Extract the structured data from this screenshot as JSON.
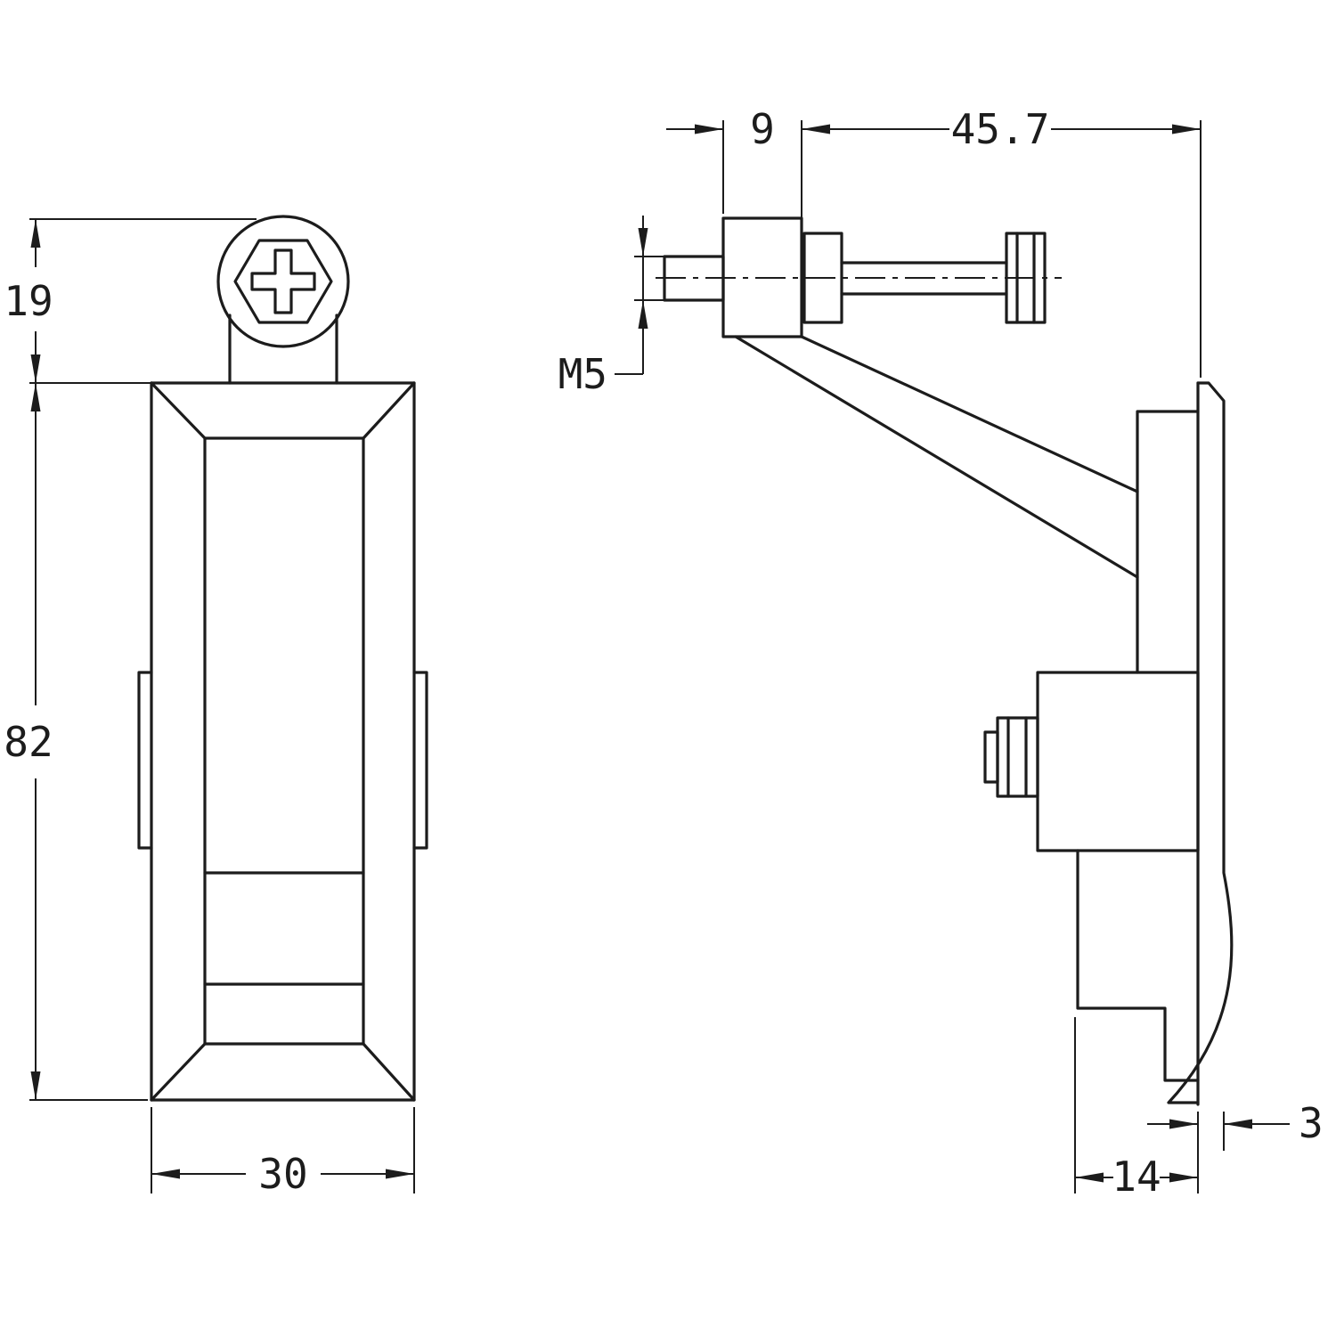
{
  "drawing": {
    "type": "technical-drawing",
    "subject": "panel swing latch, front and side orthographic views",
    "colors": {
      "line": "#1c1c1c",
      "background": "#ffffff"
    },
    "dims": {
      "head_height": "19",
      "body_height": "82",
      "body_width": "30",
      "bracket_offset": "9",
      "bolt_length": "45.7",
      "thread_size": "M5",
      "panel_thickness": "3",
      "mount_depth": "14"
    }
  }
}
